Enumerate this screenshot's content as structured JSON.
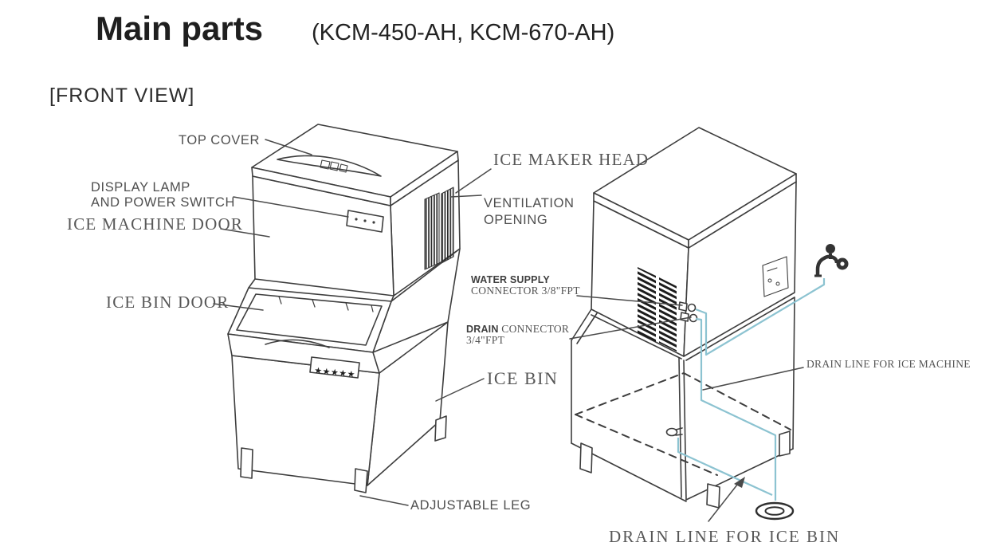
{
  "page": {
    "title": "Main parts",
    "subtitle": "(KCM-450-AH, KCM-670-AH)",
    "view_label": "[FRONT VIEW]"
  },
  "callouts": {
    "top_cover": "TOP COVER",
    "display_lamp_line1": "DISPLAY LAMP",
    "display_lamp_line2": "AND POWER SWITCH",
    "ice_machine_door": "ICE MACHINE DOOR",
    "ice_bin_door": "ICE BIN DOOR",
    "ice_maker_head": "ICE MAKER HEAD",
    "ventilation_line1": "VENTILATION",
    "ventilation_line2": "OPENING",
    "water_supply_line1": "WATER SUPPLY",
    "water_supply_line2": "CONNECTOR 3/8\"FPT",
    "drain_word": "DRAIN",
    "drain_connector_rest": " CONNECTOR",
    "drain_connector_line2": "3/4\"FPT",
    "ice_bin": "ICE BIN",
    "drain_line_ice_machine": "DRAIN LINE FOR ICE MACHINE",
    "adjustable_leg": "ADJUSTABLE LEG",
    "drain_line_ice_bin": "DRAIN LINE FOR ICE BIN"
  },
  "decor": {
    "stars": "★★★★★"
  },
  "colors": {
    "line": "#3d3d3d",
    "label_gray": "#4c4c4c",
    "drain_line_blue": "#8cc3d1",
    "vent_black": "#1c1c1c"
  }
}
